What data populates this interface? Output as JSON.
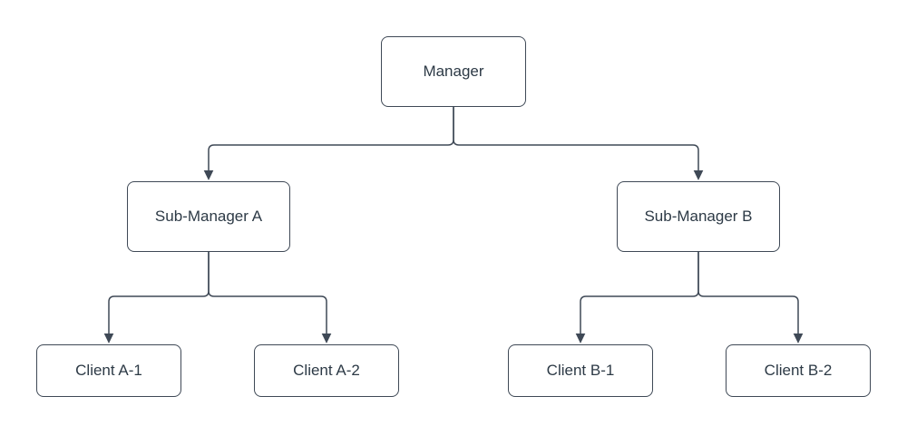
{
  "diagram": {
    "type": "org-chart-tree",
    "colors": {
      "node_fill": "#ffffff",
      "node_border": "#3f4956",
      "node_text": "#2d3a46",
      "connector": "#3f4956",
      "page_bg": "#ffffff"
    },
    "nodes": [
      {
        "id": "manager",
        "label": "Manager",
        "level": 0
      },
      {
        "id": "sub-manager-a",
        "label": "Sub-Manager A",
        "level": 1
      },
      {
        "id": "sub-manager-b",
        "label": "Sub-Manager B",
        "level": 1
      },
      {
        "id": "client-a-1",
        "label": "Client A-1",
        "level": 2
      },
      {
        "id": "client-a-2",
        "label": "Client A-2",
        "level": 2
      },
      {
        "id": "client-b-1",
        "label": "Client B-1",
        "level": 2
      },
      {
        "id": "client-b-2",
        "label": "Client B-2",
        "level": 2
      }
    ],
    "edges": [
      {
        "from": "manager",
        "to": "sub-manager-a"
      },
      {
        "from": "manager",
        "to": "sub-manager-b"
      },
      {
        "from": "sub-manager-a",
        "to": "client-a-1"
      },
      {
        "from": "sub-manager-a",
        "to": "client-a-2"
      },
      {
        "from": "sub-manager-b",
        "to": "client-b-1"
      },
      {
        "from": "sub-manager-b",
        "to": "client-b-2"
      }
    ]
  }
}
